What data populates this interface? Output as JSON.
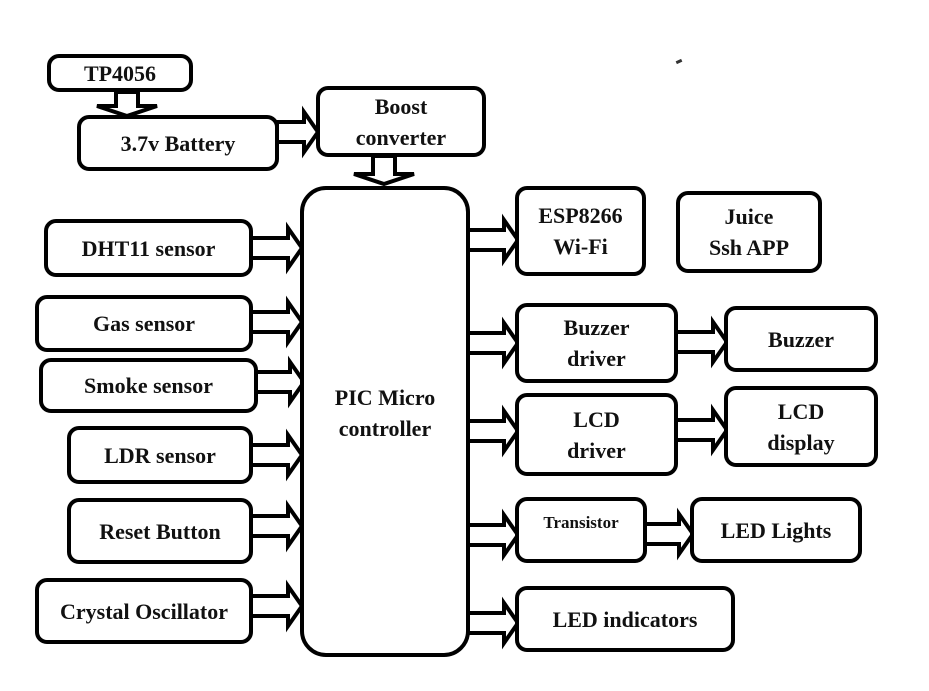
{
  "diagram": {
    "type": "block-diagram",
    "blocks": {
      "tp4056": "TP4056",
      "battery": "3.7v Battery",
      "boost": "Boost\nconverter",
      "mcu": "PIC Micro\ncontroller",
      "dht11": "DHT11 sensor",
      "gas": "Gas sensor",
      "smoke": "Smoke sensor",
      "ldr": "LDR sensor",
      "reset": "Reset Button",
      "crystal": "Crystal Oscillator",
      "esp": "ESP8266\nWi-Fi",
      "juice": "Juice\nSsh APP",
      "buzzer_driver": "Buzzer\ndriver",
      "buzzer": "Buzzer",
      "lcd_driver": "LCD\ndriver",
      "lcd_display": "LCD\ndisplay",
      "transistor": "Transistor",
      "led_lights": "LED Lights",
      "led_indicators": "LED indicators"
    },
    "connections": [
      [
        "tp4056",
        "battery"
      ],
      [
        "battery",
        "boost"
      ],
      [
        "boost",
        "mcu"
      ],
      [
        "dht11",
        "mcu"
      ],
      [
        "gas",
        "mcu"
      ],
      [
        "smoke",
        "mcu"
      ],
      [
        "ldr",
        "mcu"
      ],
      [
        "reset",
        "mcu"
      ],
      [
        "crystal",
        "mcu"
      ],
      [
        "mcu",
        "esp"
      ],
      [
        "mcu",
        "buzzer_driver"
      ],
      [
        "buzzer_driver",
        "buzzer"
      ],
      [
        "mcu",
        "lcd_driver"
      ],
      [
        "lcd_driver",
        "lcd_display"
      ],
      [
        "mcu",
        "transistor"
      ],
      [
        "transistor",
        "led_lights"
      ],
      [
        "mcu",
        "led_indicators"
      ]
    ]
  }
}
